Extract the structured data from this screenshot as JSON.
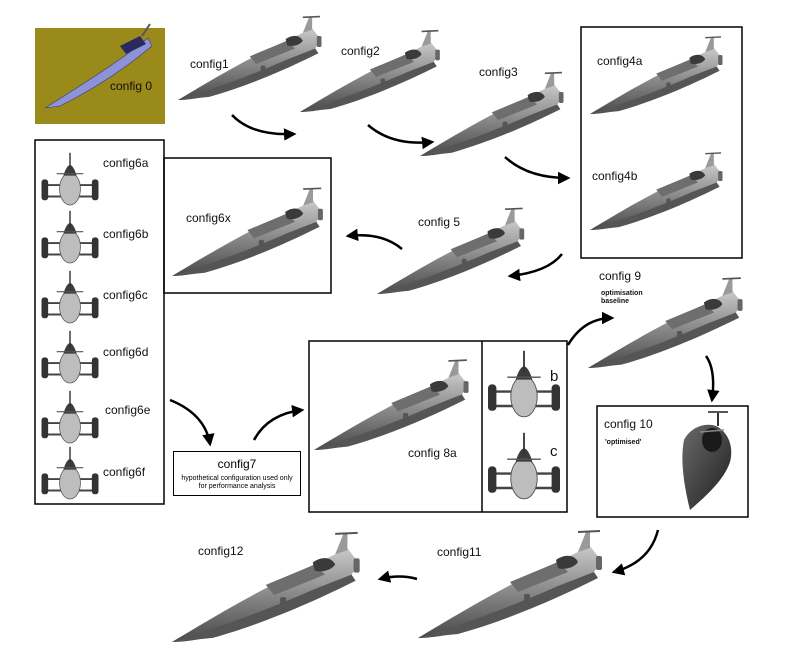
{
  "labels": {
    "config0": "config 0",
    "config1": "config1",
    "config2": "config2",
    "config3": "config3",
    "config4a": "config4a",
    "config4b": "config4b",
    "config5": "config 5",
    "config6a": "config6a",
    "config6b": "config6b",
    "config6c": "config6c",
    "config6d": "config6d",
    "config6e": "config6e",
    "config6f": "config6f",
    "config6x": "config6x",
    "config7": "config7",
    "config7_note": "hypothetical configuration used only for performance analysis",
    "config8a": "config 8a",
    "config8b": "b",
    "config8c": "c",
    "config9": "config 9",
    "config9_note": "optimisation baseline",
    "config10": "config 10",
    "config10_note": "'optimised'",
    "config11": "config11",
    "config12": "config12"
  },
  "colors": {
    "car_body": "#8c8c8c",
    "car_dark": "#3c3c3c",
    "car_light": "#bdbdbd",
    "config0_bg": "#9a8a1a",
    "config0_body": "#8d93d6",
    "frame": "#000000",
    "arrow": "#000000"
  }
}
